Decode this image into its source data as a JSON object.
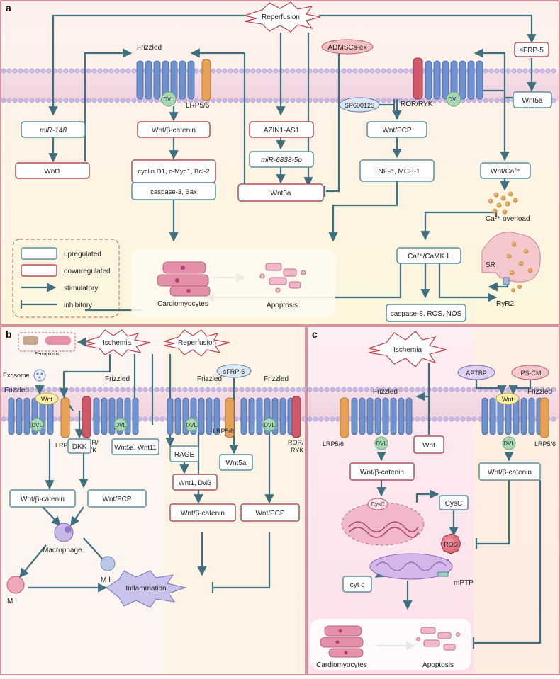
{
  "panels": {
    "a": "a",
    "b": "b",
    "c": "c"
  },
  "a": {
    "reperfusion": "Reperfusion",
    "admscs": "ADMSCs-ex",
    "sfrp5": "sFRP-5",
    "wnt5a": "Wnt5a",
    "frizzled": "Frizzled",
    "lrp": "LRP5/6",
    "dvl": "DVL",
    "ror_ryk": "ROR/RYK",
    "sp600125": "SP600125",
    "mir148": "miR-148",
    "wnt1": "Wnt1",
    "wnt_bcat": "Wnt/β-catenin",
    "cyclin": "cyclin D1, c-Myc1, Bcl-2",
    "caspase3": "caspase-3, Bax",
    "azin": "AZIN1-AS1",
    "mir6838": "miR-6838-5p",
    "wnt3a": "Wnt3a",
    "wnt_pcp": "Wnt/PCP",
    "tnf": "TNF-α,  MCP-1",
    "wnt_ca": "Wnt/Ca²⁺",
    "ca_overload": "Ca²⁺ overload",
    "camk": "Ca²⁺/CaMK Ⅱ",
    "sr": "SR",
    "ryr2": "RyR2",
    "caspase8": "caspase-8, ROS, NOS",
    "cardiomyocytes": "Cardiomyocytes",
    "apoptosis": "Apoptosis",
    "legend": {
      "upregulated": "upregulated",
      "downregulated": "downregulated",
      "stimulatory": "stimulatory",
      "inhibitory": "inhibitory"
    }
  },
  "b": {
    "ischemia": "Ischemia",
    "reperfusion": "Reperfusion",
    "ferroptosis": "Ferroptosis",
    "exosome": "Exosome",
    "wnt": "Wnt",
    "sfrp5": "sFRP-5",
    "frizzled": "Frizzled",
    "dvl": "DVL",
    "lrp": "LRP5/6",
    "ror_ryk": "ROR/\nRYK",
    "dkk": "DKK",
    "wnt5a_11": "Wnt5a, Wnt11",
    "rage": "RAGE",
    "wnt1_dvl3": "Wnt1, Dvl3",
    "wnt5a": "Wnt5a",
    "wnt_bcat": "Wnt/β-catenin",
    "wnt_pcp": "Wnt/PCP",
    "macrophage": "Macrophage",
    "m1": "M Ⅰ",
    "m2": "M Ⅱ",
    "inflammation": "Inflammation"
  },
  "c": {
    "ischemia": "Ischemia",
    "aptbp": "APTBP",
    "ipscm": "iPS-CM",
    "frizzled": "Frizzled",
    "lrp": "LRP5/6",
    "dvl": "DVL",
    "wnt": "Wnt",
    "wnt_bcat": "Wnt/β-catenin",
    "cysc": "CysC",
    "ros": "ROS",
    "cytc": "cyt c",
    "mptp": "mPTP",
    "cardiomyocytes": "Cardiomyocytes",
    "apoptosis": "Apoptosis"
  },
  "colors": {
    "up_border": "#5a8fa0",
    "down_border": "#b0505a",
    "arrow": "#3f6f7f",
    "receptor_blue": "#6f93cf",
    "lrp_orange": "#e8a257",
    "ror_red": "#d05a6a",
    "dvl_green": "#a8d8b0",
    "membrane": "#e9c8d6"
  }
}
